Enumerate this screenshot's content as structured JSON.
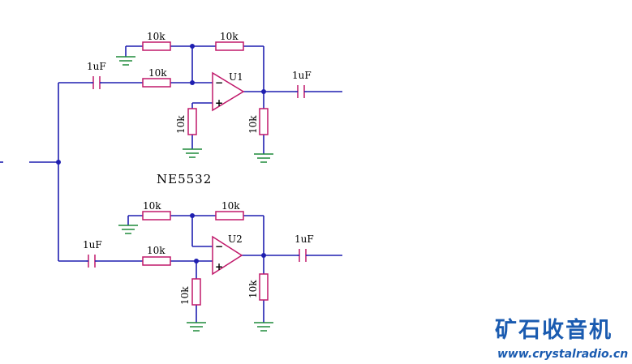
{
  "chip_label": "NE5532",
  "upper": {
    "feedback_top_left": "10k",
    "feedback_top_right": "10k",
    "input_resistor": "10k",
    "input_capacitor": "1uF",
    "opamp": "U1",
    "bias_resistor": "10k",
    "output_load_resistor": "10k",
    "output_capacitor": "1uF",
    "minus_sign": "−",
    "plus_sign": "+"
  },
  "lower": {
    "feedback_top_left": "10k",
    "feedback_top_right": "10k",
    "input_resistor": "10k",
    "input_capacitor": "1uF",
    "opamp": "U2",
    "bias_resistor": "10k",
    "output_load_resistor": "10k",
    "output_capacitor": "1uF",
    "minus_sign": "−",
    "plus_sign": "+"
  },
  "watermark": {
    "brand": "矿石收音机",
    "url": "www.crystalradio.cn"
  },
  "colors": {
    "wire": "#1f1fb0",
    "component": "#c0186a",
    "ground": "#1f8a3a",
    "watermark": "#1a5bb0"
  }
}
